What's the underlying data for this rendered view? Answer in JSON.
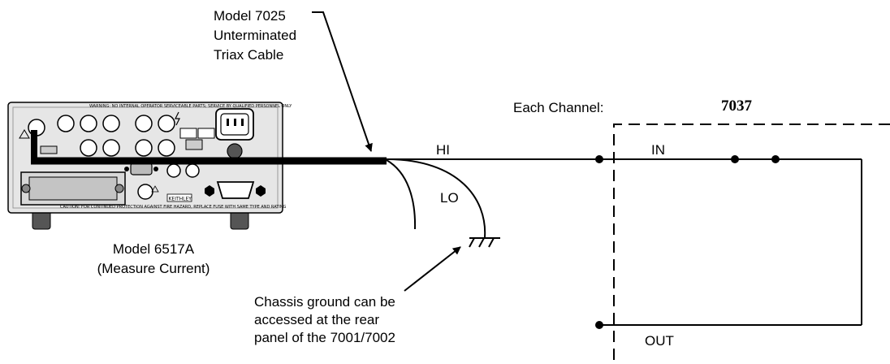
{
  "labels": {
    "cable_line1": "Model 7025",
    "cable_line2": "Unterminated",
    "cable_line3": "Triax Cable",
    "each_channel": "Each Channel:",
    "card_model": "7037",
    "hi": "HI",
    "lo": "LO",
    "in": "IN",
    "out": "OUT",
    "instrument_line1": "Model 6517A",
    "instrument_line2": "(Measure Current)",
    "ground_line1": "Chassis ground can be",
    "ground_line2": "accessed at the rear",
    "ground_line3": "panel of the 7001/7002"
  },
  "instrument_panel": {
    "top_warning": "WARNING: NO INTERNAL OPERATOR SERVICEABLE PARTS; SERVICE BY QUALIFIED PERSONNEL ONLY",
    "bottom_caution": "CAUTION: FOR CONTINUED PROTECTION AGAINST FIRE HAZARD, REPLACE FUSE WITH SAME TYPE AND RATING",
    "brand": "KEITHLEY"
  },
  "colors": {
    "line": "#000000",
    "panel_fill": "#e6e6e6",
    "panel_shade": "#bdbdbd",
    "background": "#ffffff"
  }
}
